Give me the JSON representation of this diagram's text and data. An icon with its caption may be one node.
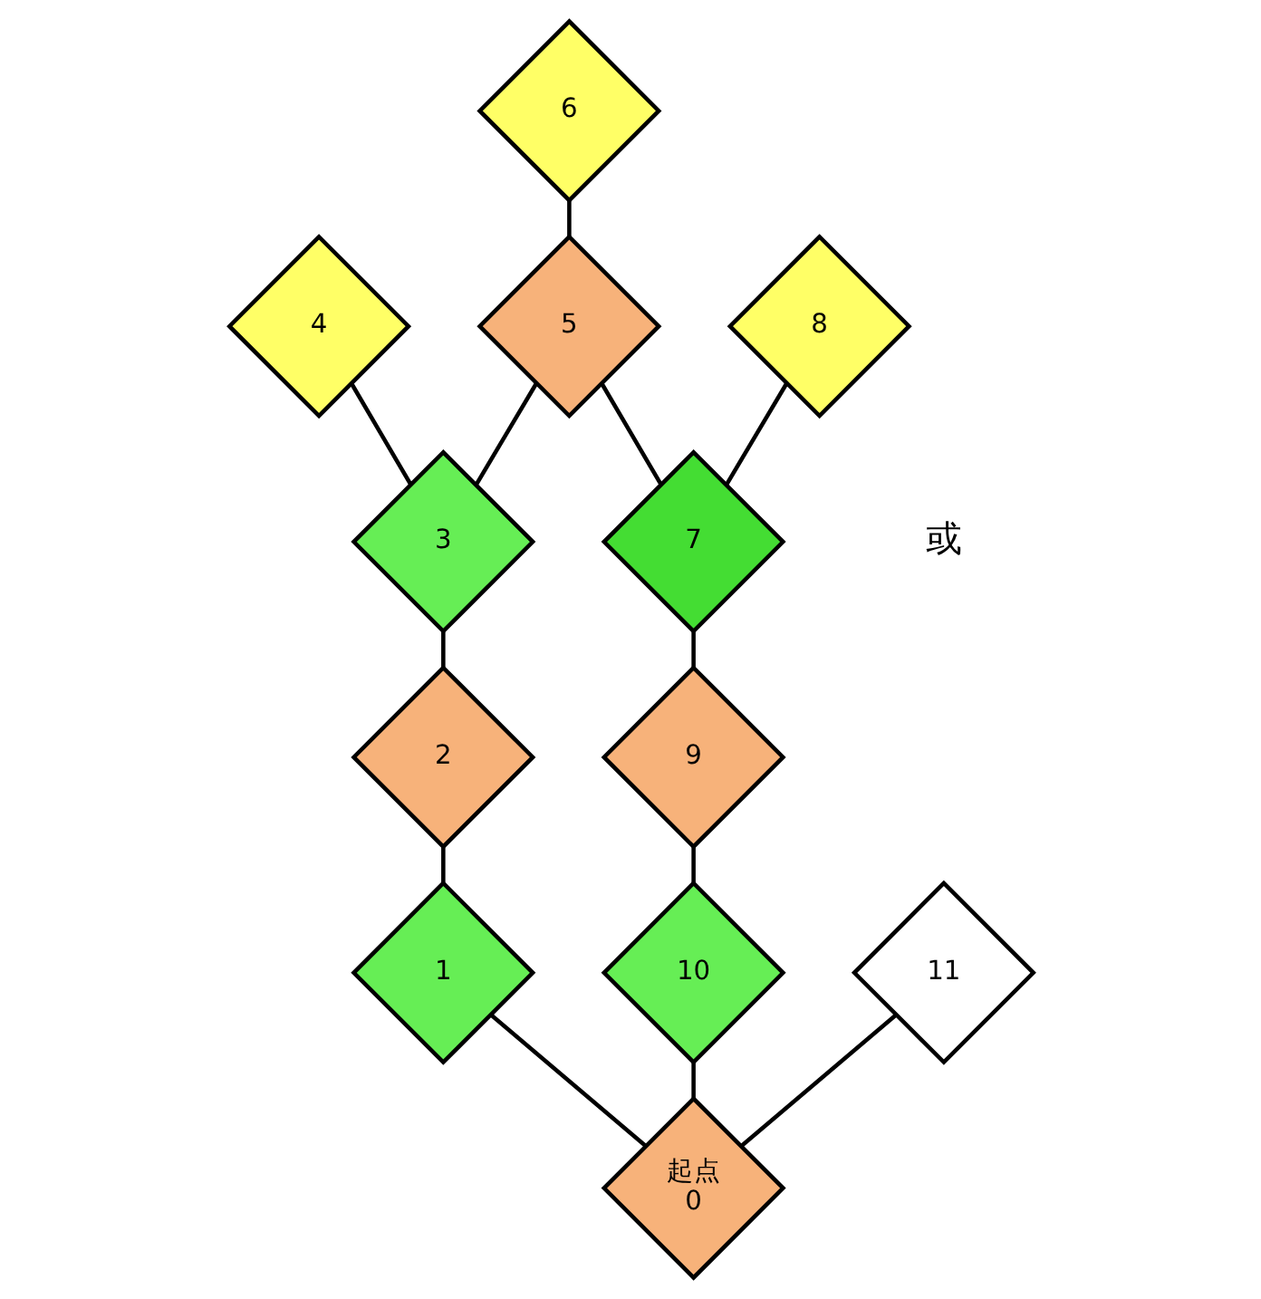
{
  "diagram": {
    "nodes": [
      {
        "text": [
          "起点",
          "0"
        ]
      },
      {
        "text": [
          "1"
        ]
      },
      {
        "text": [
          "2"
        ]
      },
      {
        "text": [
          "3"
        ]
      },
      {
        "text": [
          "4"
        ]
      },
      {
        "text": [
          "5"
        ]
      },
      {
        "text": [
          "6"
        ]
      },
      {
        "text": [
          "7"
        ]
      },
      {
        "text": [
          "8"
        ]
      },
      {
        "text": [
          "9"
        ]
      },
      {
        "text": [
          "10"
        ]
      },
      {
        "text": [
          "11"
        ]
      }
    ],
    "edges": [
      {
        "from": 0,
        "to": 1,
        "arrow": "none"
      },
      {
        "from": 1,
        "to": 2,
        "arrow": "none"
      },
      {
        "from": 2,
        "to": 3,
        "arrow": "none"
      },
      {
        "from": 3,
        "to": 4,
        "arrow": "none"
      },
      {
        "from": 3,
        "to": 5,
        "arrow": "none"
      },
      {
        "from": 5,
        "to": 6,
        "arrow": "none"
      },
      {
        "from": 0,
        "to": 10,
        "arrow": "none"
      },
      {
        "from": 10,
        "to": 9,
        "arrow": "none"
      },
      {
        "from": 9,
        "to": 7,
        "arrow": "none"
      },
      {
        "from": 7,
        "to": 5,
        "arrow": "none"
      },
      {
        "from": 7,
        "to": 8,
        "arrow": "none"
      },
      {
        "from": 0,
        "to": 11,
        "arrow": "none"
      }
    ],
    "labels": [
      "或"
    ]
  }
}
